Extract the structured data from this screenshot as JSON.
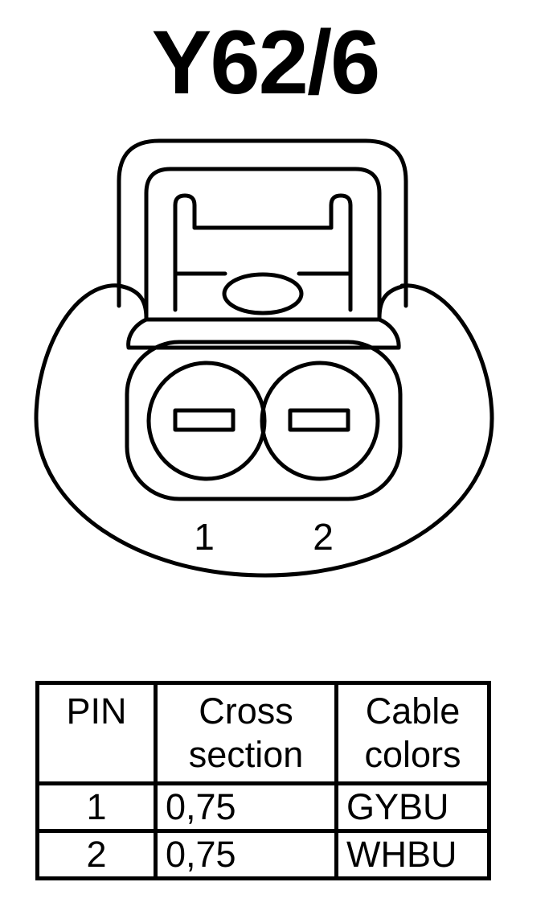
{
  "title": "Y62/6",
  "connector": {
    "pin_labels": [
      "1",
      "2"
    ]
  },
  "table": {
    "headers": {
      "pin": "PIN",
      "cross_section": [
        "Cross",
        "section"
      ],
      "cable_colors": [
        "Cable",
        "colors"
      ]
    },
    "rows": [
      {
        "pin": "1",
        "cross_section": "0,75",
        "cable_color": "GYBU"
      },
      {
        "pin": "2",
        "cross_section": "0,75",
        "cable_color": "WHBU"
      }
    ]
  },
  "colors": {
    "line": "#000000",
    "background": "#ffffff"
  }
}
